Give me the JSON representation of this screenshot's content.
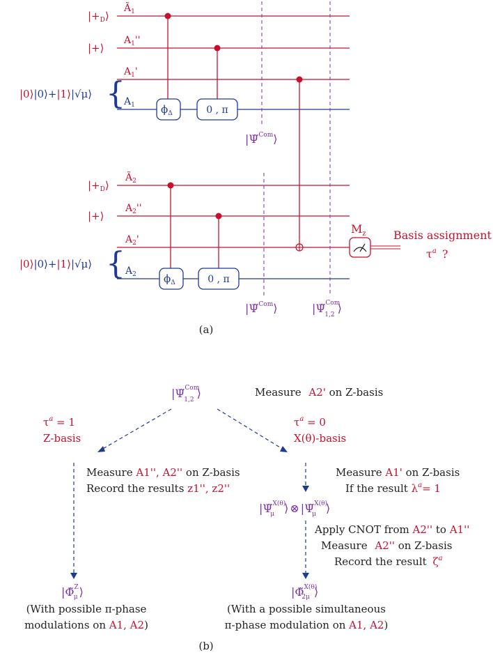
{
  "colors": {
    "red": "#c8102e",
    "blue": "#1f3a93",
    "purple": "#7b2fa5",
    "black": "#222222"
  },
  "part_a": {
    "caption": "(a)",
    "block1": {
      "inputs": {
        "plusD": "|+",
        "plusD_sub": "D",
        "plusD_close": "⟩",
        "plus": "|+⟩",
        "state_a": "|0⟩",
        "state_b": "|0⟩+",
        "state_c": "|1⟩",
        "state_d": "|√μ⟩"
      },
      "wires": [
        "Ã1",
        "A1''",
        "A1'",
        "A1"
      ],
      "wire_labels": {
        "tilde_A": "Ã",
        "sub": "1",
        "dprime": "A",
        "dprime_mark": "''",
        "prime_mark": "'"
      },
      "gates": {
        "phase": "ϕ",
        "phase_sub": "Δ",
        "zero_pi": "0 , π"
      },
      "psi": {
        "prefix": "|",
        "symbol": "Ψ̃",
        "sup": "Com",
        "close": "⟩"
      }
    },
    "block2": {
      "wire_sub": "2",
      "psi2": {
        "sup": "Com",
        "sub": "1,2"
      }
    },
    "measurement": {
      "label": "M",
      "label_sub": "z",
      "assign_line1": "Basis assignment",
      "assign_tau": "τ",
      "assign_sup": "a",
      "assign_q": "?"
    }
  },
  "part_b": {
    "caption": "(b)",
    "top_state": {
      "sup": "Com",
      "sub": "1,2"
    },
    "top_instruction": {
      "text": "Measure ",
      "qubit": "A2'",
      "rest": " on Z-basis"
    },
    "left_branch": {
      "tau": "τ",
      "sup": "a",
      "value": " = 1",
      "basis": "Z-basis"
    },
    "right_branch": {
      "tau": "τ",
      "sup": "a",
      "value": " = 0",
      "basis": "X(θ)-basis"
    },
    "left_step": {
      "line1_pre": "Measure ",
      "line1_q": "A1'', A2''",
      "line1_post": " on Z-basis",
      "line2_pre": "Record the results ",
      "line2_q": "z1'', z2''"
    },
    "right_step1": {
      "line1_pre": "Measure ",
      "line1_q": "A1'",
      "line1_post": " on Z-basis",
      "line2_pre": "If the result ",
      "line2_q": "λ",
      "line2_sup": "a",
      "line2_post": "= 1"
    },
    "mid_state": {
      "sup": "X(θ)",
      "sub": "μ",
      "otimes": "⊗"
    },
    "right_step2": {
      "line1_pre": "Apply CNOT from ",
      "line1_q1": "A2''",
      "line1_mid": " to ",
      "line1_q2": "A1''",
      "line2_pre": "Measure ",
      "line2_q": "A2''",
      "line2_post": " on Z-basis",
      "line3_pre": "Record the result ",
      "line3_q": "ζ",
      "line3_sup": "a"
    },
    "left_final": {
      "sup": "Z",
      "sub": "μ",
      "note1": "(With possible π-phase",
      "note2_pre": "modulations on ",
      "note2_q": "A1, A2",
      "note2_post": ")"
    },
    "right_final": {
      "sup": "X(θ)",
      "sub": "2μ",
      "note1": "(With a possible simultaneous",
      "note2_pre": "π-phase modulation on ",
      "note2_q": "A1, A2",
      "note2_post": ")"
    }
  }
}
